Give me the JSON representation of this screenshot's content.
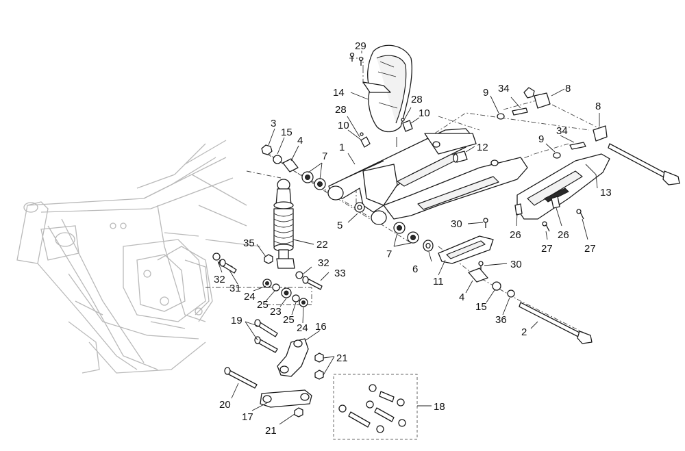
{
  "diagram": {
    "callouts": [
      {
        "id": "c29",
        "text": "29"
      },
      {
        "id": "c14",
        "text": "14"
      },
      {
        "id": "c28a",
        "text": "28"
      },
      {
        "id": "c10a",
        "text": "10"
      },
      {
        "id": "c28b",
        "text": "28"
      },
      {
        "id": "c10b",
        "text": "10"
      },
      {
        "id": "c1",
        "text": "1"
      },
      {
        "id": "c12",
        "text": "12"
      },
      {
        "id": "c9a",
        "text": "9"
      },
      {
        "id": "c34a",
        "text": "34"
      },
      {
        "id": "c8a",
        "text": "8"
      },
      {
        "id": "c8b",
        "text": "8"
      },
      {
        "id": "c9b",
        "text": "9"
      },
      {
        "id": "c34b",
        "text": "34"
      },
      {
        "id": "c13",
        "text": "13"
      },
      {
        "id": "c3",
        "text": "3"
      },
      {
        "id": "c15a",
        "text": "15"
      },
      {
        "id": "c4a",
        "text": "4"
      },
      {
        "id": "c7a",
        "text": "7"
      },
      {
        "id": "c5",
        "text": "5"
      },
      {
        "id": "c30a",
        "text": "30"
      },
      {
        "id": "c26a",
        "text": "26"
      },
      {
        "id": "c26b",
        "text": "26"
      },
      {
        "id": "c27a",
        "text": "27"
      },
      {
        "id": "c27b",
        "text": "27"
      },
      {
        "id": "c7b",
        "text": "7"
      },
      {
        "id": "c6",
        "text": "6"
      },
      {
        "id": "c22",
        "text": "22"
      },
      {
        "id": "c35",
        "text": "35"
      },
      {
        "id": "c30b",
        "text": "30"
      },
      {
        "id": "c11",
        "text": "11"
      },
      {
        "id": "c32a",
        "text": "32"
      },
      {
        "id": "c33",
        "text": "33"
      },
      {
        "id": "c32b",
        "text": "32"
      },
      {
        "id": "c31",
        "text": "31"
      },
      {
        "id": "c4b",
        "text": "4"
      },
      {
        "id": "c15b",
        "text": "15"
      },
      {
        "id": "c36",
        "text": "36"
      },
      {
        "id": "c24a",
        "text": "24"
      },
      {
        "id": "c25a",
        "text": "25"
      },
      {
        "id": "c23",
        "text": "23"
      },
      {
        "id": "c25b",
        "text": "25"
      },
      {
        "id": "c24b",
        "text": "24"
      },
      {
        "id": "c2",
        "text": "2"
      },
      {
        "id": "c19",
        "text": "19"
      },
      {
        "id": "c16",
        "text": "16"
      },
      {
        "id": "c21a",
        "text": "21"
      },
      {
        "id": "c20",
        "text": "20"
      },
      {
        "id": "c18",
        "text": "18"
      },
      {
        "id": "c17",
        "text": "17"
      },
      {
        "id": "c21b",
        "text": "21"
      }
    ]
  }
}
